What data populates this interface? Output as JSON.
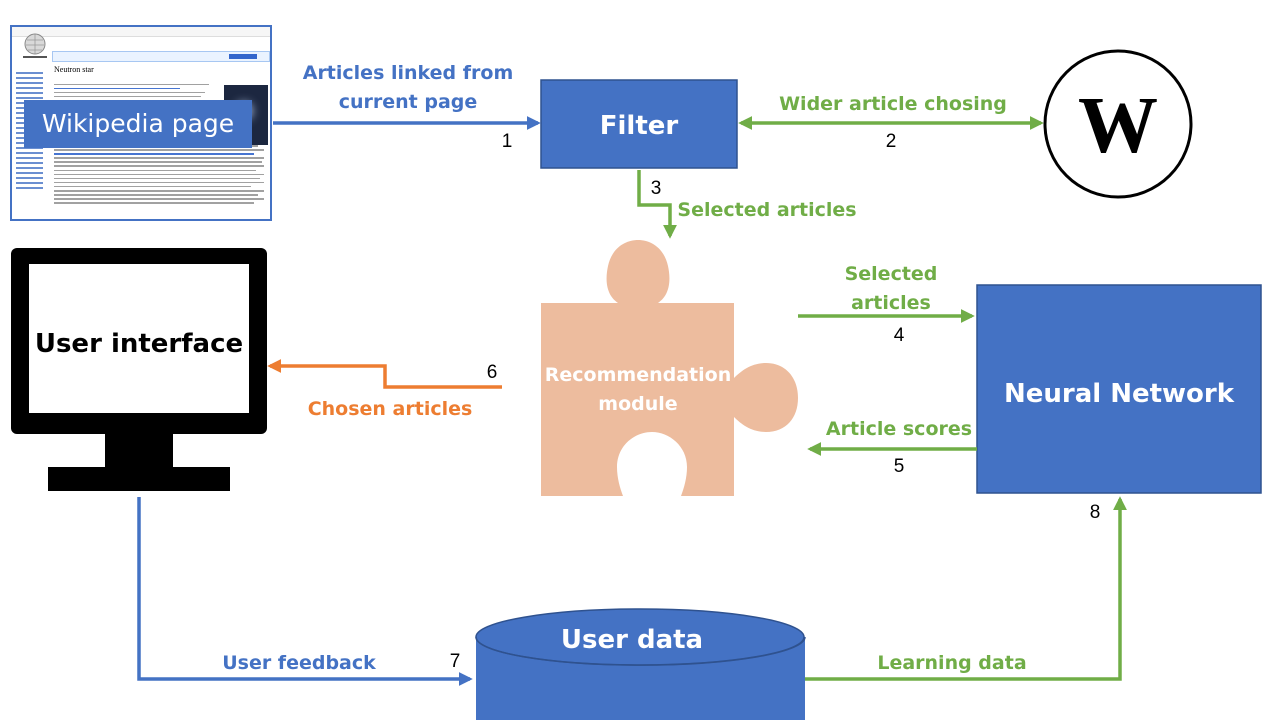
{
  "nodes": {
    "wikipedia_page": "Wikipedia page",
    "wikipedia_page_title": "Neutron star",
    "filter": "Filter",
    "wikipedia_logo": "W",
    "user_interface": "User interface",
    "recommendation_module": [
      "Recommendation",
      "module"
    ],
    "neural_network": "Neural Network",
    "user_data": "User data"
  },
  "edges": {
    "articles_linked": [
      "Articles linked from",
      "current page"
    ],
    "wider_article": "Wider article chosing",
    "selected_articles_down": "Selected articles",
    "selected_articles_right": [
      "Selected",
      "articles"
    ],
    "article_scores": "Article scores",
    "chosen_articles": "Chosen articles",
    "user_feedback": "User feedback",
    "learning_data": "Learning data"
  },
  "step_numbers": {
    "s1": "1",
    "s2": "2",
    "s3": "3",
    "s4": "4",
    "s5": "5",
    "s6": "6",
    "s7": "7",
    "s8": "8"
  },
  "colors": {
    "blue": "#4472c4",
    "green": "#70ad47",
    "orange": "#ed7d31",
    "puzzle": "#edbc9e",
    "black": "#000000"
  }
}
